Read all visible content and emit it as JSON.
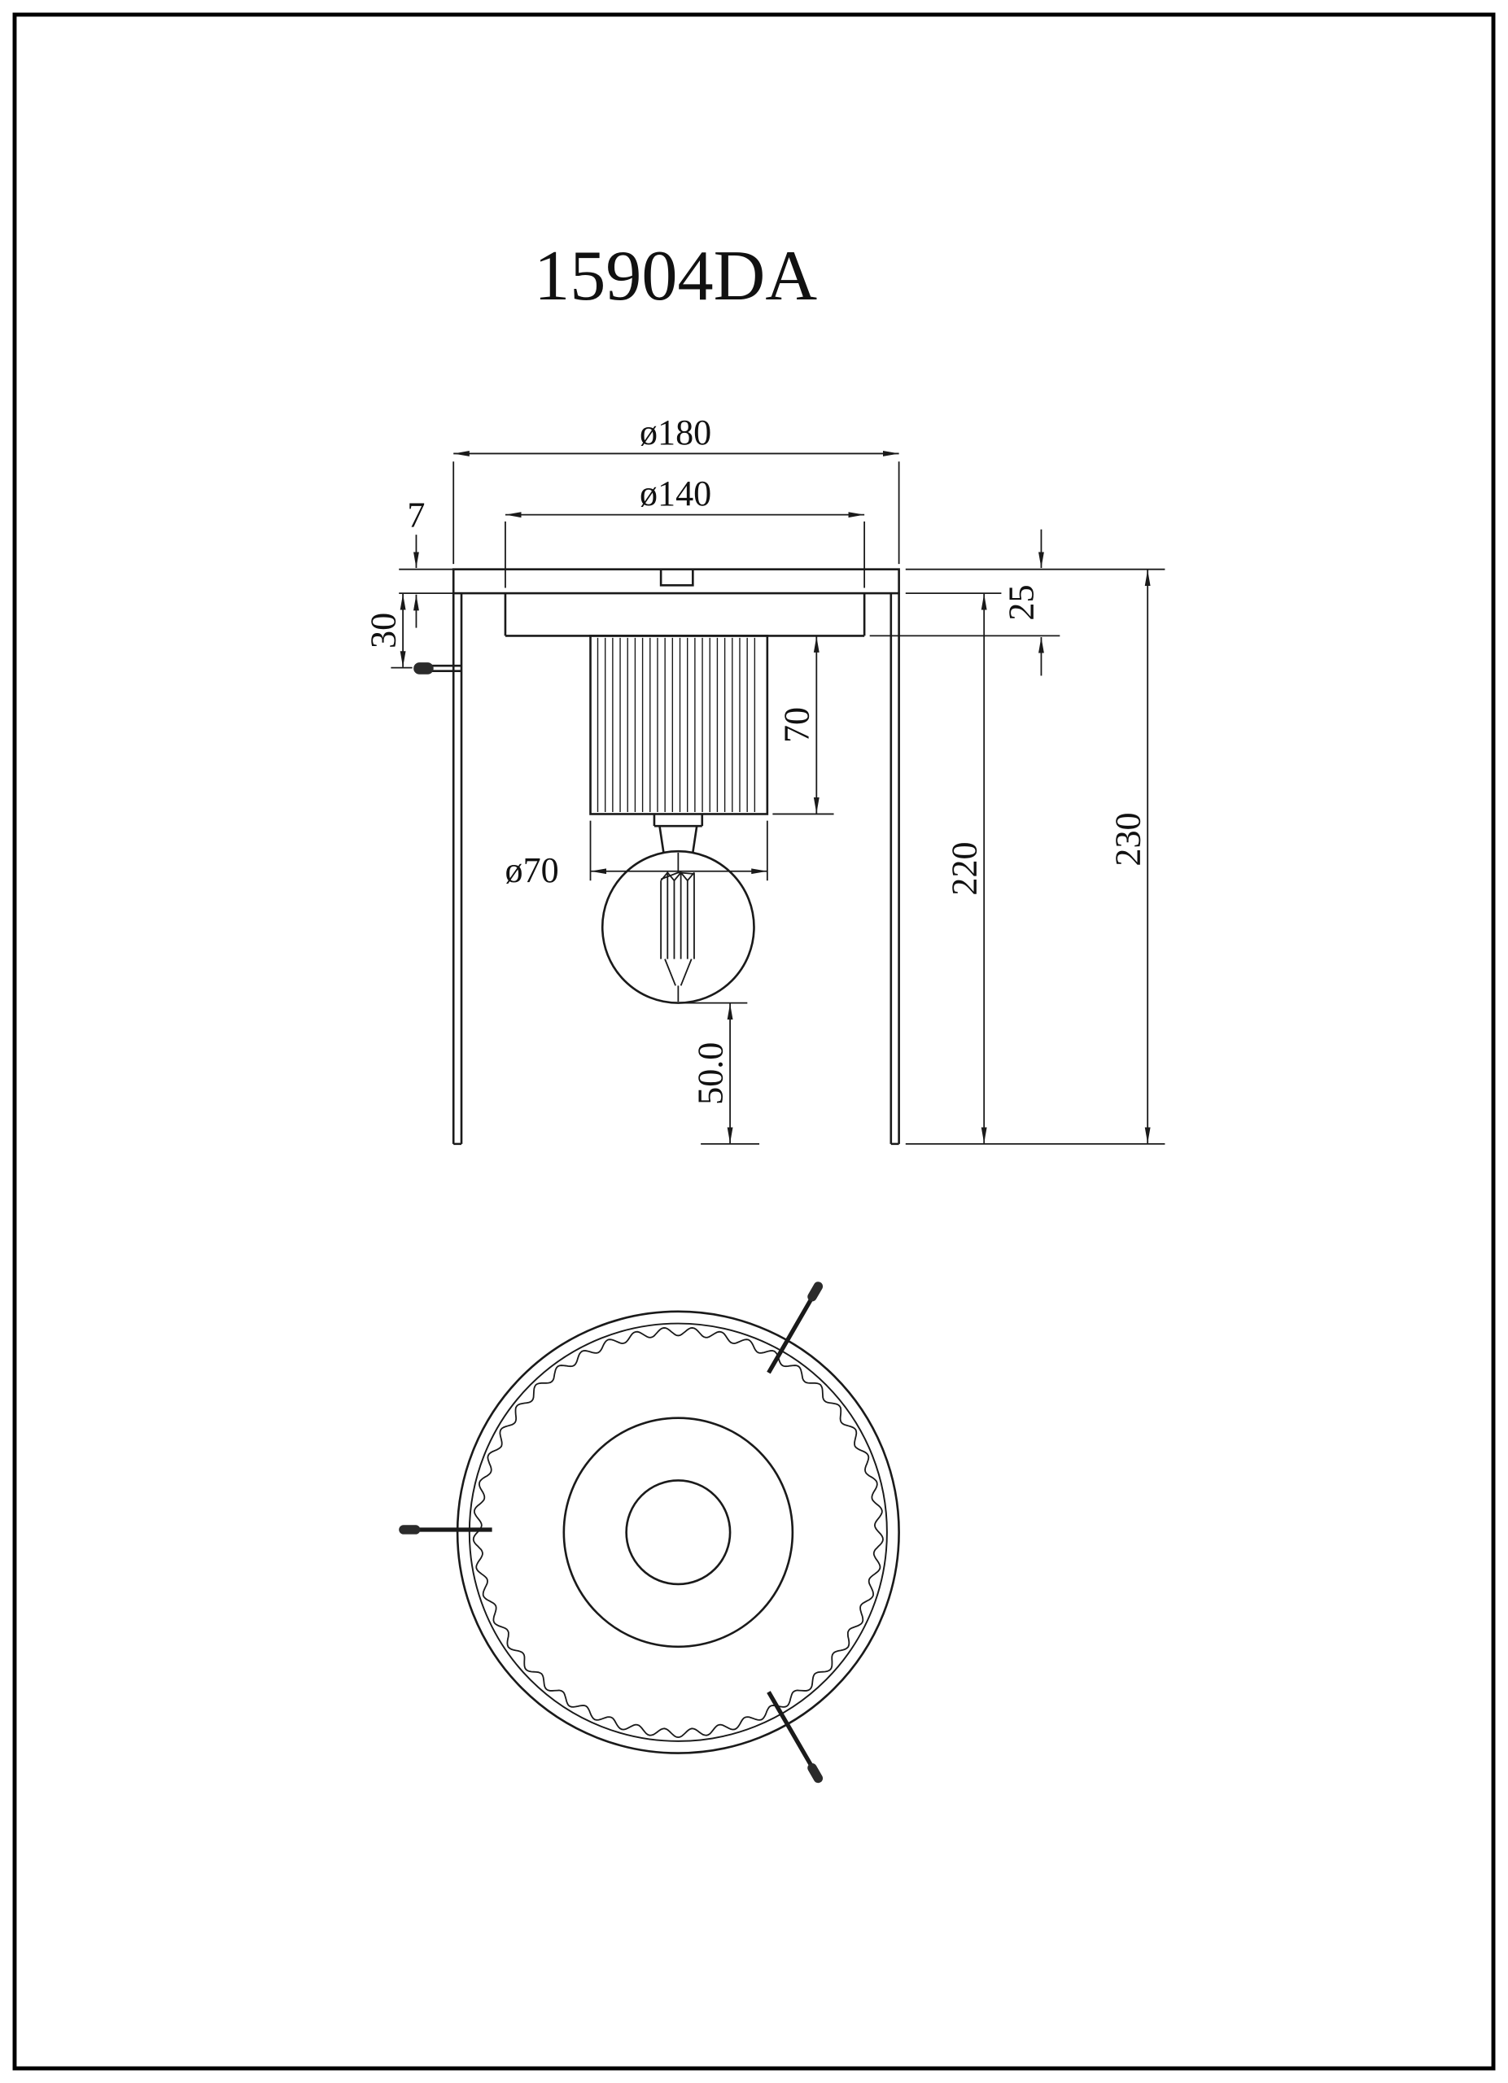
{
  "page": {
    "title": "15904DA",
    "background": "#ffffff",
    "line_color": "#1a1a1a"
  },
  "front_view": {
    "labels": {
      "outer_diameter": "ø180",
      "canopy_inner_diameter": "ø140",
      "flange_thickness": "7",
      "shade_top_offset": "30",
      "canopy_height": "25",
      "holder_height": "70",
      "holder_diameter": "ø70",
      "bulb_bottom_clearance": "50.0",
      "shade_height": "220",
      "total_height": "230"
    }
  }
}
